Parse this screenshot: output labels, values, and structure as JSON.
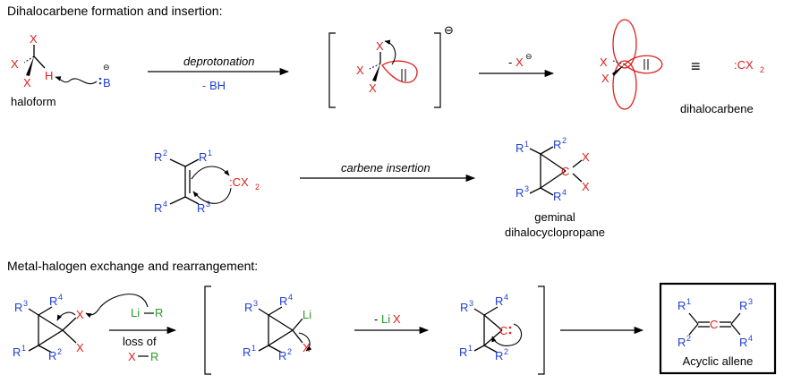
{
  "sections": {
    "s1_title": "Dihalocarbene formation and insertion:",
    "s2_title": "Metal-halogen exchange and rearrangement:"
  },
  "atoms": {
    "X": "X",
    "H": "H",
    "B": "B",
    "BH": "BH",
    "Li": "Li",
    "R": "R",
    "C": "C",
    "CX": ":CX",
    "sub2": "2",
    "R1": "1",
    "R2": "2",
    "R3": "3",
    "R4": "4",
    "Rbase": "R",
    "minus": "⊖",
    "dash": "-",
    "equiv": "≡",
    "carbene_dot": ":"
  },
  "labels": {
    "haloform": "haloform",
    "dihalocarbene": "dihalocarbene",
    "geminal": "geminal",
    "dihalocyclopropane": "dihalocyclopropane",
    "acyclic_allene": "Acyclic allene",
    "loss_of": "loss of"
  },
  "arrows": {
    "deprotonation": "deprotonation",
    "minus_BH": "- BH",
    "minus_X": "- X",
    "carbene_insertion": "carbene insertion",
    "minus_LiX": "- LiX",
    "XR": "X—R"
  },
  "colors": {
    "blue": "#1f3fd6",
    "red": "#e0201e",
    "green": "#2a9a2a",
    "black": "#000000"
  }
}
